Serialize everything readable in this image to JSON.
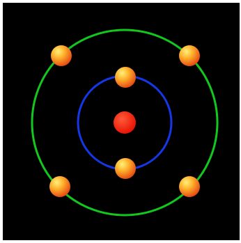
{
  "diagram": {
    "type": "atom-model",
    "background_color": "#000000",
    "frame_color": "#ffffff",
    "nucleus": {
      "color": "#e61000",
      "highlight_color": "#ff5a3a"
    },
    "orbits": [
      {
        "name": "inner-orbit",
        "color": "#1537e6",
        "electron_count": 2
      },
      {
        "name": "outer-orbit",
        "color": "#12c81e",
        "electron_count": 4
      }
    ],
    "electron_colors": {
      "highlight": "#fff27a",
      "mid": "#ffae2a",
      "edge": "#e44b14"
    }
  }
}
